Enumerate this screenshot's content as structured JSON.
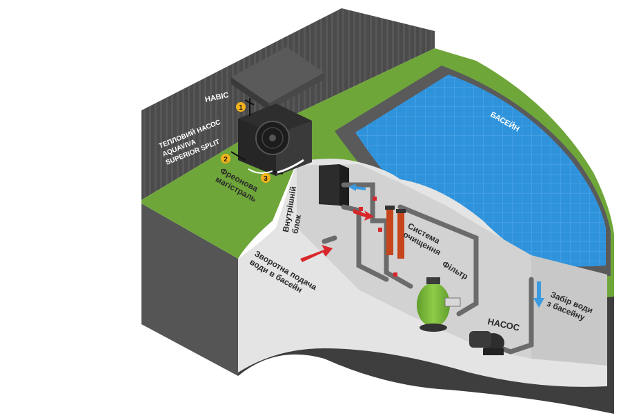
{
  "labels": {
    "canopy": "НАВІС",
    "heat_pump_line1": "ТЕПЛОВИЙ НАСОС",
    "heat_pump_line2": "AQUAVIVA",
    "heat_pump_line3": "SUPERIOR SPLIT",
    "freon_line1": "Фреонова",
    "freon_line2": "магістраль",
    "pool": "БАСЕЙН",
    "indoor_unit_line1": "Внутрішній",
    "indoor_unit_line2": "блок",
    "cleaning_line1": "Система",
    "cleaning_line2": "очищення",
    "filter": "Фільтр",
    "pump": "НАСОС",
    "return_line1": "Зворотна подача",
    "return_line2": "води в басейн",
    "intake_line1": "Забір води",
    "intake_line2": "з басейну"
  },
  "markers": [
    "1",
    "2",
    "3"
  ],
  "colors": {
    "grass": "#6fa63a",
    "water": "#2b8fd8",
    "wall": "#4a4a4a",
    "room": "#e8e8e8",
    "filter": "#7dbb3a",
    "marker": "#f2b21b",
    "arrow_red": "#d9262b",
    "arrow_blue": "#3a9be0"
  }
}
